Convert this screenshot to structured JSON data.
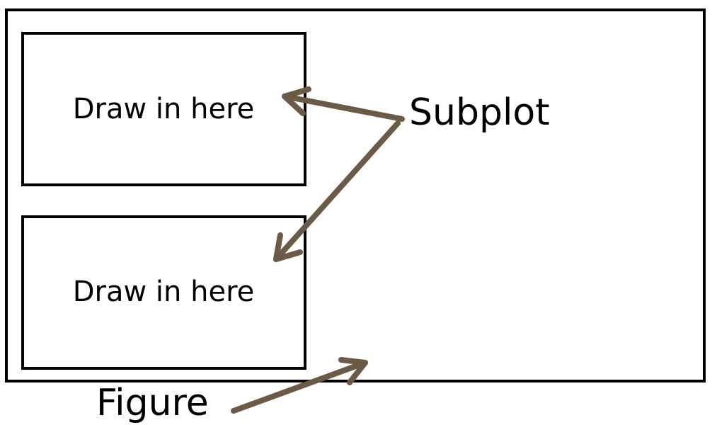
{
  "figure": {
    "label": "Figure",
    "subplots": [
      {
        "label": "Draw in here"
      },
      {
        "label": "Draw in here"
      }
    ]
  },
  "callout": {
    "label": "Subplot"
  },
  "colors": {
    "arrow": "#6b5a46",
    "outline": "#000000",
    "background": "#ffffff"
  }
}
